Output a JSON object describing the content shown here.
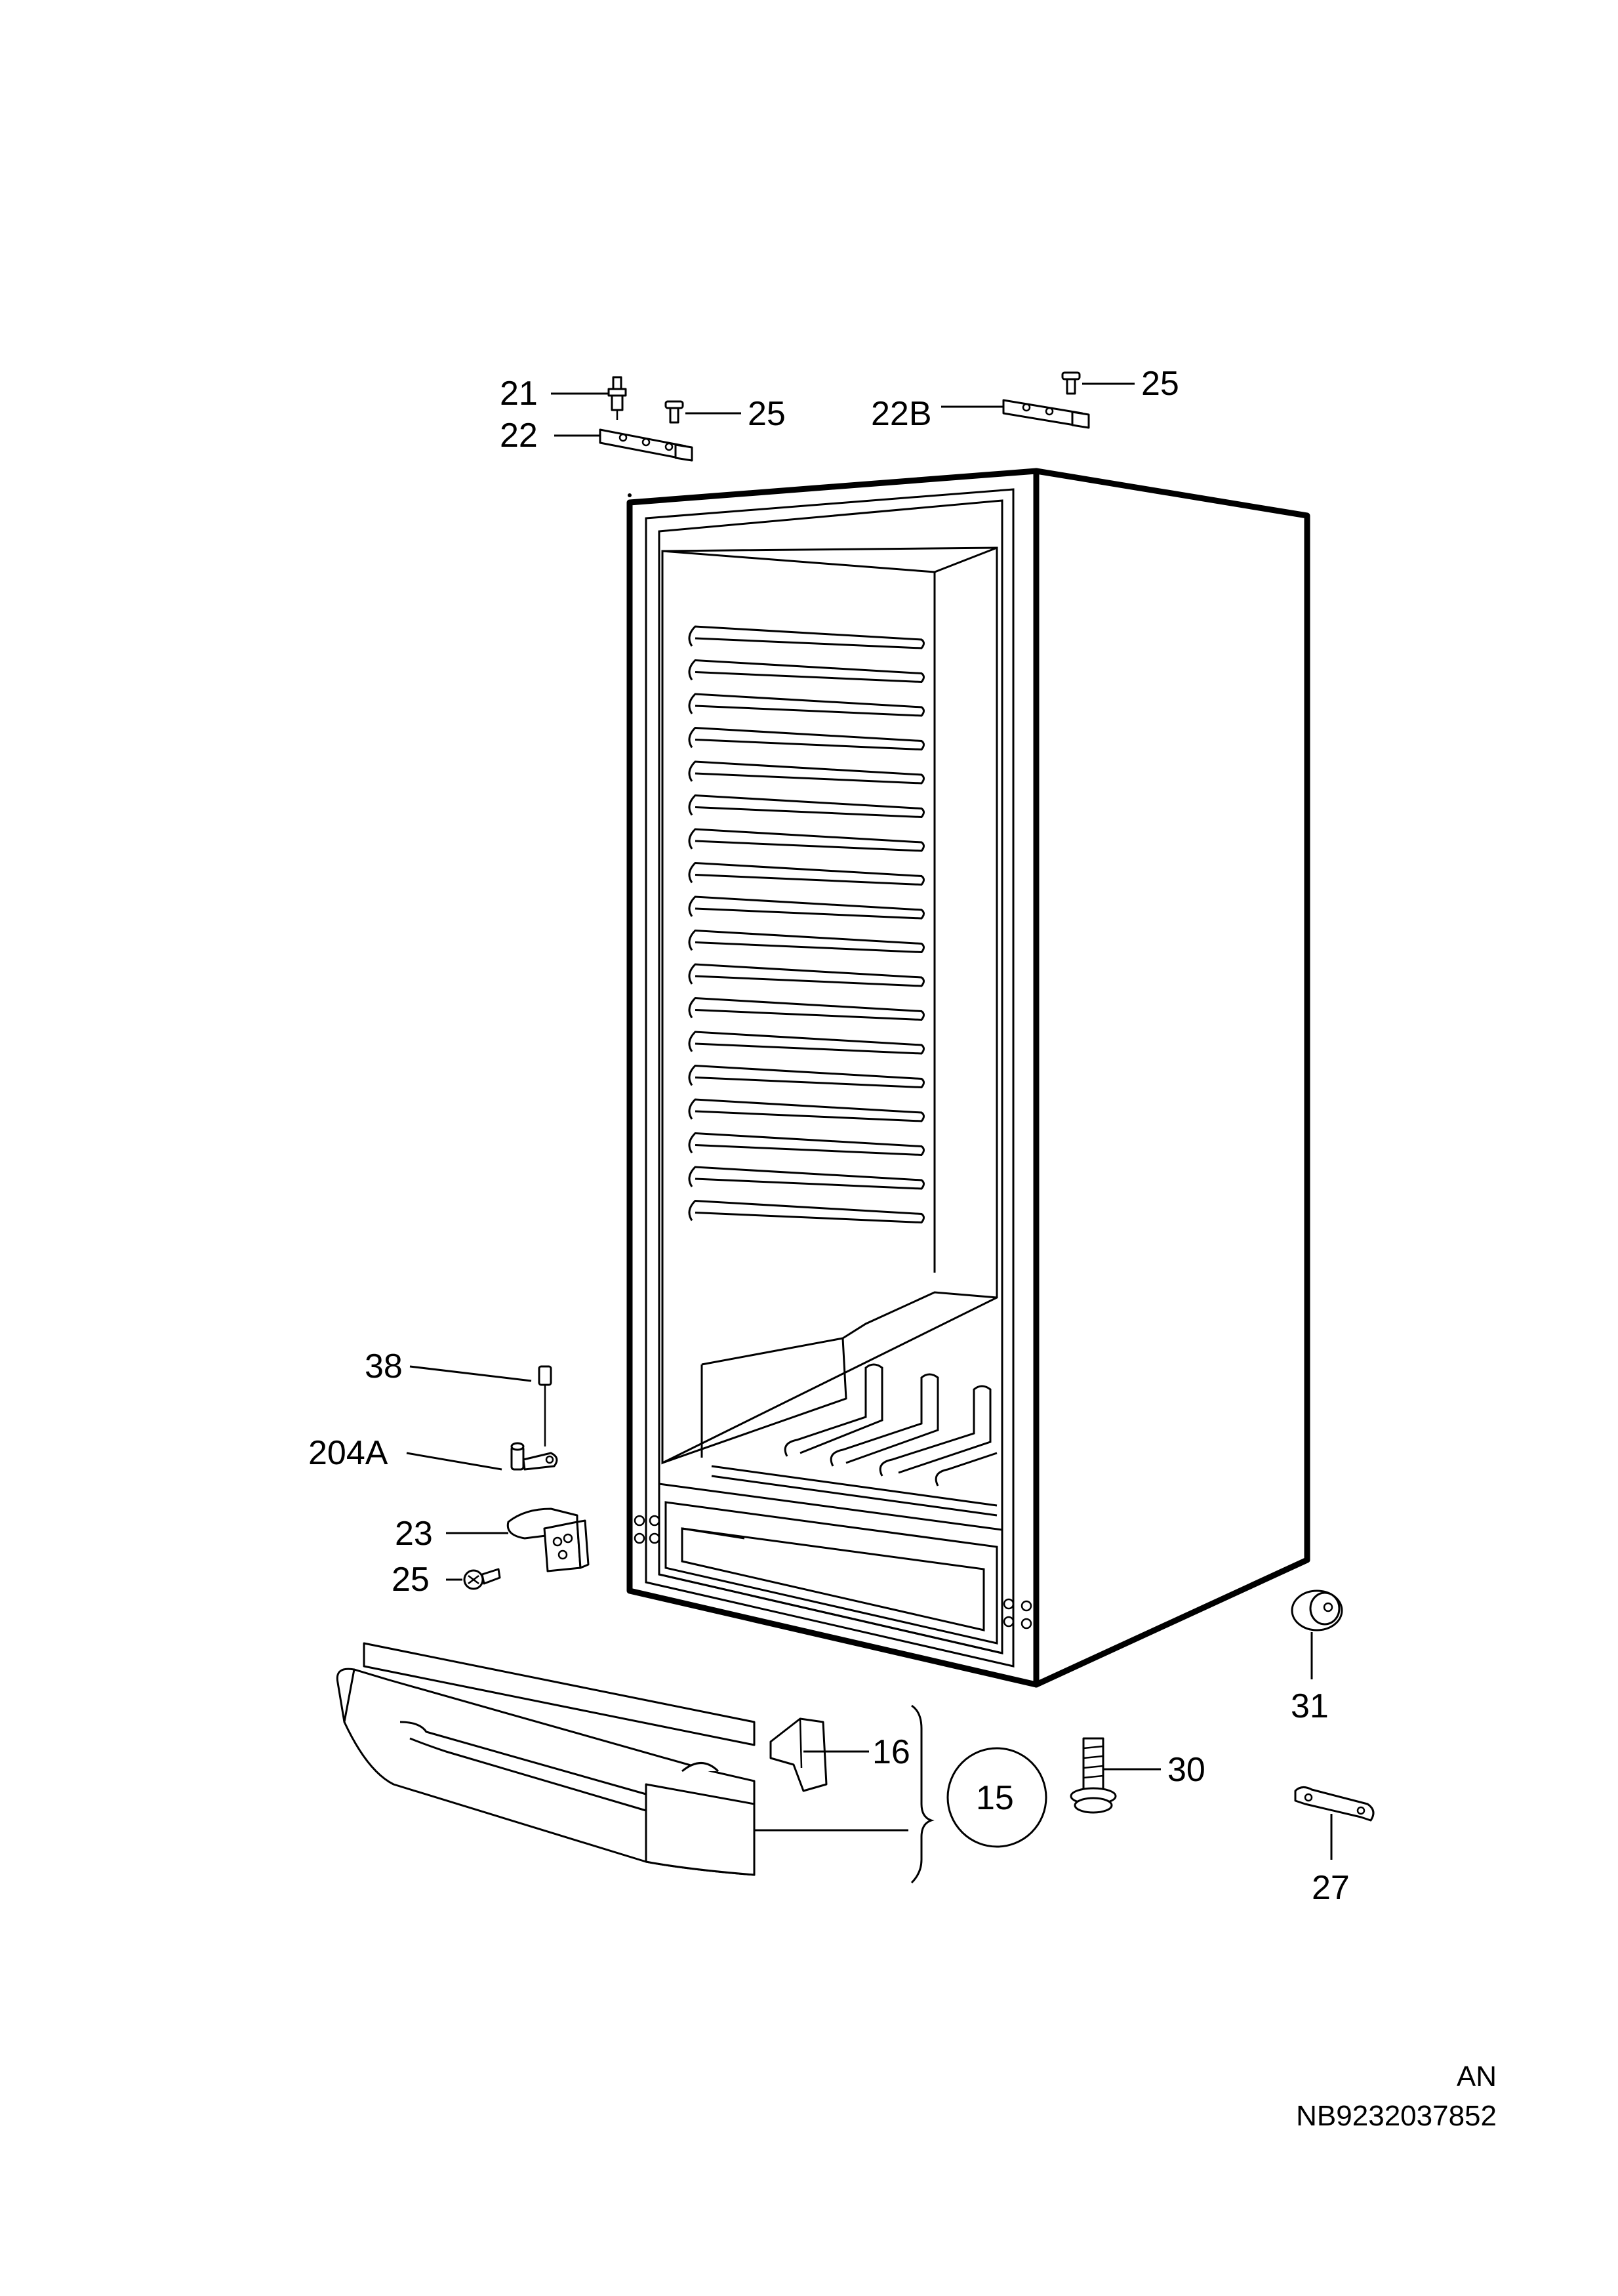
{
  "callouts": {
    "c21": "21",
    "c22": "22",
    "c25_top": "25",
    "c22b": "22B",
    "c25_right": "25",
    "c38": "38",
    "c204a": "204A",
    "c23": "23",
    "c25_bottom": "25",
    "c16": "16",
    "c15": "15",
    "c30": "30",
    "c31": "31",
    "c27": "27"
  },
  "footer": {
    "code": "AN",
    "number": "NB9232037852"
  }
}
